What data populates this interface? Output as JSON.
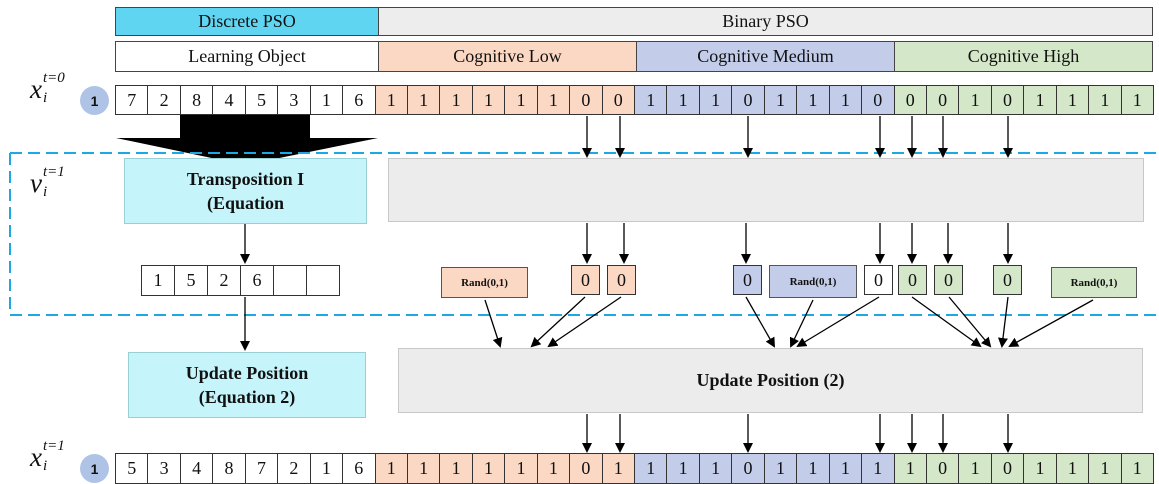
{
  "header": {
    "discrete_pso": "Discrete PSO",
    "binary_pso": "Binary PSO",
    "learning_object": "Learning Object",
    "cognitive_low": "Cognitive Low",
    "cognitive_medium": "Cognitive Medium",
    "cognitive_high": "Cognitive High"
  },
  "labels": {
    "x0_base": "x",
    "x0_sub": "i",
    "x0_sup": "t=0",
    "v1_base": "v",
    "v1_sub": "i",
    "v1_sup": "t=1",
    "x1_base": "x",
    "x1_sub": "i",
    "x1_sup": "t=1"
  },
  "badges": {
    "top": "1",
    "bottom": "1"
  },
  "row_initial": {
    "discrete": [
      "7",
      "2",
      "8",
      "4",
      "5",
      "3",
      "1",
      "6"
    ],
    "low": [
      "1",
      "1",
      "1",
      "1",
      "1",
      "1",
      "0",
      "0"
    ],
    "medium": [
      "1",
      "1",
      "1",
      "0",
      "1",
      "1",
      "1",
      "0"
    ],
    "high": [
      "0",
      "0",
      "1",
      "0",
      "1",
      "1",
      "1",
      "1"
    ]
  },
  "row_final": {
    "discrete": [
      "5",
      "3",
      "4",
      "8",
      "7",
      "2",
      "1",
      "6"
    ],
    "low": [
      "1",
      "1",
      "1",
      "1",
      "1",
      "1",
      "0",
      "1"
    ],
    "medium": [
      "1",
      "1",
      "1",
      "0",
      "1",
      "1",
      "1",
      "1"
    ],
    "high": [
      "1",
      "0",
      "1",
      "0",
      "1",
      "1",
      "1",
      "1"
    ]
  },
  "transposition": {
    "line1": "Transposition I",
    "line2": "(Equation",
    "cells": [
      "1",
      "5",
      "2",
      "6",
      "",
      ""
    ]
  },
  "velocity_cells": [
    "0",
    "0",
    "0",
    "0",
    "0",
    "0",
    "0"
  ],
  "rand_label": "Rand(0,1)",
  "update_left": {
    "line1": "Update Position",
    "line2": "(Equation 2)"
  },
  "update_right": "Update Position (2)",
  "colors": {
    "discrete_header": "#5fd5f2",
    "binary_header": "#ededed",
    "low": "#fad8c4",
    "medium": "#c3cdea",
    "high": "#d4e8c9",
    "transposition_box": "#c5f5fb",
    "gray_box": "#ececec",
    "dashed": "#1ca8e0"
  }
}
